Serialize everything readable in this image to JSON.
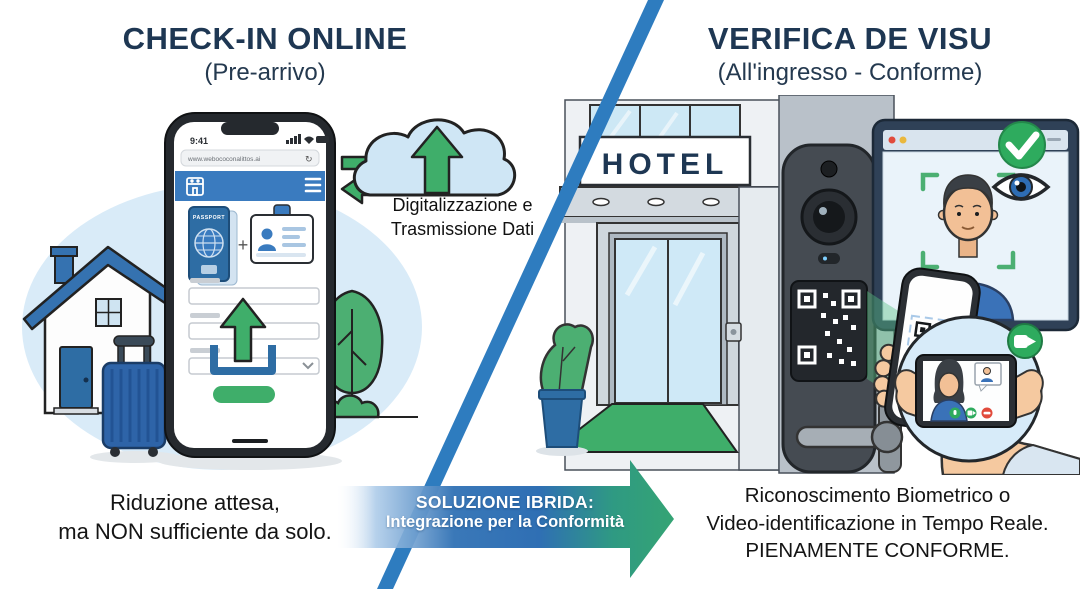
{
  "infographic": {
    "left": {
      "title": "CHECK-IN ONLINE",
      "subtitle": "(Pre-arrivo)",
      "phone": {
        "status_time": "9:41",
        "url": "www.webococonalittos.ai",
        "reload_glyph": "↻",
        "passport_label": "PASSPORT",
        "plus_glyph": "+"
      },
      "cloud_caption_line1": "Digitalizzazione e",
      "cloud_caption_line2": "Trasmissione Dati",
      "note_line1": "Riduzione attesa,",
      "note_line2": "ma NON sufficiente da solo."
    },
    "right": {
      "title": "VERIFICA DE VISU",
      "subtitle": "(All'ingresso - Conforme)",
      "hotel_sign": "HOTEL",
      "note_line1": "Riconoscimento Biometrico o",
      "note_line2": "Video-identificazione in Tempo Reale.",
      "note_line3": "PIENAMENTE CONFORME."
    },
    "arrow": {
      "line1": "SOLUZIONE IBRIDA:",
      "line2": "Integrazione per la Conformità"
    },
    "colors": {
      "title_navy": "#1e3753",
      "divider_blue": "#2e7cbf",
      "arrow_blue": "#2f6fb4",
      "arrow_green": "#35a474",
      "accent_green": "#3fae6a",
      "illustration_blue": "#2e6da4",
      "scene_light_blue": "#d9ebf8",
      "text_black": "#151515"
    },
    "icons": {
      "cloud_upload_icon": "cloud with green up arrow",
      "transfer_arrows_icon": "two-way green arrows",
      "check_circle_icon": "green circle white check ✓",
      "eye_icon": "blue verification eye",
      "video_camera_badge_icon": "green circle video camera",
      "qr_code_icon": "qr code",
      "face_brackets_icon": "green face detection corners",
      "hamburger_icon": "≡",
      "building_icon": "hotel app logo"
    }
  }
}
